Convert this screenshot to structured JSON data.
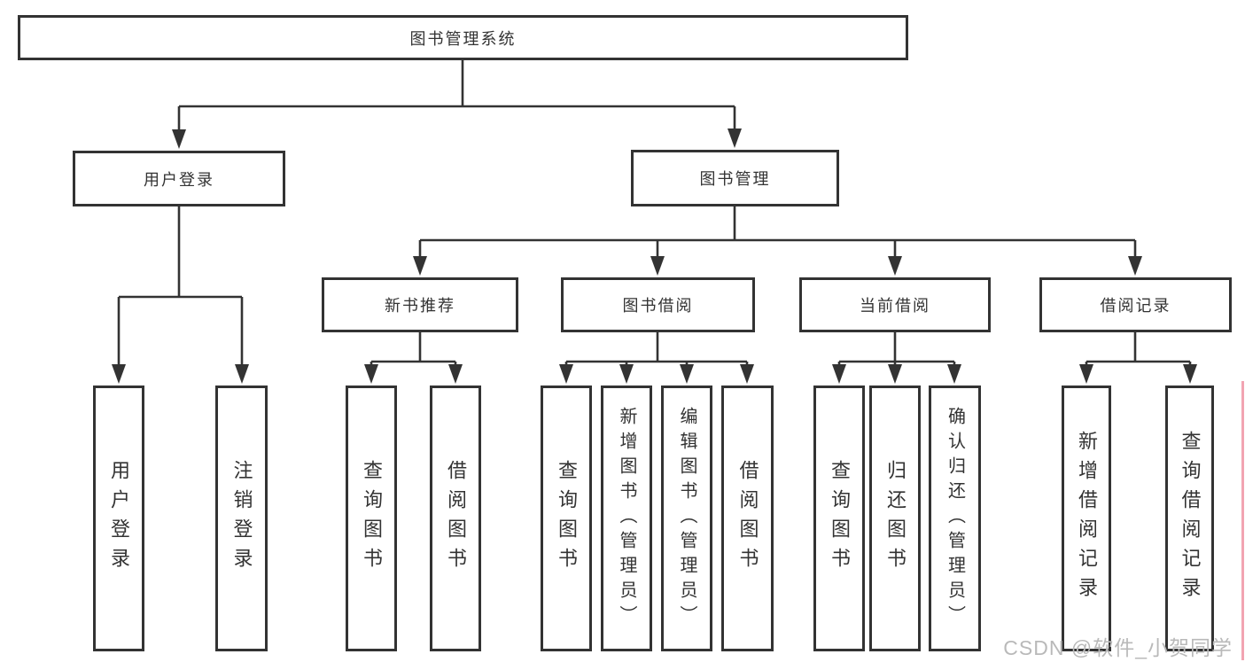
{
  "nodes": {
    "root": "图书管理系统",
    "user_login": "用户登录",
    "book_management": "图书管理",
    "new_book_recommendation": "新书推荐",
    "book_borrowing": "图书借阅",
    "current_borrowing": "当前借阅",
    "borrowing_records": "借阅记录",
    "leaf_user_login": "用户登录",
    "leaf_logout": "注销登录",
    "leaf_rec_query_books": "查询图书",
    "leaf_rec_borrow_books": "借阅图书",
    "leaf_bb_query_books": "查询图书",
    "leaf_bb_add_books_admin": "新增图书（管理员）",
    "leaf_bb_edit_books_admin": "编辑图书（管理员）",
    "leaf_bb_borrow_books": "借阅图书",
    "leaf_cb_query_books": "查询图书",
    "leaf_cb_return_books": "归还图书",
    "leaf_cb_confirm_return_admin": "确认归还（管理员）",
    "leaf_br_add_record": "新增借阅记录",
    "leaf_br_query_record": "查询借阅记录"
  },
  "watermark": "CSDN @软件_小贺同学",
  "colors": {
    "line": "#333333",
    "box_border": "#333333",
    "text": "#333333",
    "background": "#ffffff",
    "watermark": "#b9b9b9",
    "right_edge_accent": "#f2a4b2"
  }
}
